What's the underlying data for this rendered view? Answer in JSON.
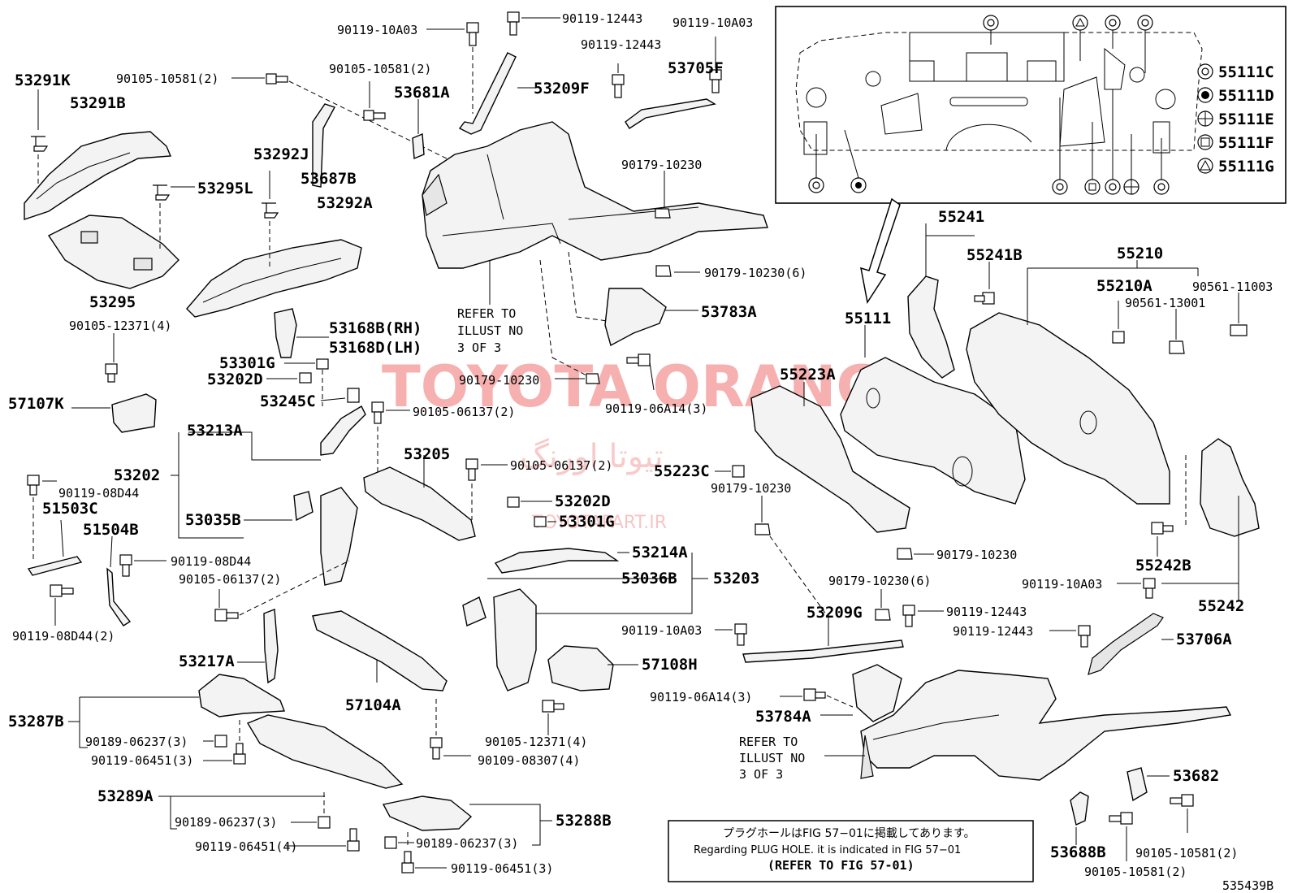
{
  "watermark": {
    "brand": "TOYOTA ORANG",
    "brand_fa": "تیوتا اورنگ",
    "site": "TOYOTAPART.IR"
  },
  "figure_id": "535439B",
  "note": {
    "jp": "プラグホールはFIG 57−01に掲載してあります。",
    "en": "Regarding PLUG HOLE. it is indicated in FIG 57−01",
    "ref": "(REFER TO FIG 57-01)"
  },
  "inset_legend": [
    {
      "symbol": "circle-ring",
      "code": "55111C"
    },
    {
      "symbol": "circle-filled",
      "code": "55111D"
    },
    {
      "symbol": "circle-cross",
      "code": "55111E"
    },
    {
      "symbol": "circle-square",
      "code": "55111F"
    },
    {
      "symbol": "circle-triangle",
      "code": "55111G"
    }
  ],
  "labels": {
    "p53291K": "53291K",
    "p53291B": "53291B",
    "p90105_10581_2a": "90105-10581(2)",
    "p90105_10581_2b": "90105-10581(2)",
    "p90119_10A03a": "90119-10A03",
    "p90119_12443a": "90119-12443",
    "p90119_10A03b": "90119-10A03",
    "p90119_12443b": "90119-12443",
    "p53681A": "53681A",
    "p53209F": "53209F",
    "p53705F": "53705F",
    "p53292J": "53292J",
    "p53687B": "53687B",
    "p53295L": "53295L",
    "p53292A": "53292A",
    "p90179_10230a": "90179-10230",
    "p90179_10230_6a": "90179-10230(6)",
    "p53295": "53295",
    "p90105_12371_4a": "90105-12371(4)",
    "refer1_line1": "REFER TO",
    "refer1_line2": "ILLUST NO",
    "refer1_line3": "3 OF 3",
    "p53783A": "53783A",
    "p53168B": "53168B(RH)",
    "p53168D": "53168D(LH)",
    "p53301G": "53301G",
    "p53202D": "53202D",
    "p57107K": "57107K",
    "p53245C": "53245C",
    "p90179_10230b": "90179-10230",
    "p90119_06A14_3a": "90119-06A14(3)",
    "p90105_06137_2a": "90105-06137(2)",
    "p53213A": "53213A",
    "p53202": "53202",
    "p53205": "53205",
    "p90105_06137_2b": "90105-06137(2)",
    "p90119_08D44a": "90119-08D44",
    "p51503C": "51503C",
    "p51504B": "51504B",
    "p53035B": "53035B",
    "p53202D_b": "53202D",
    "p53301G_b": "53301G",
    "p90119_08D44b": "90119-08D44",
    "p90105_06137_2c": "90105-06137(2)",
    "p53214A": "53214A",
    "p53036B": "53036B",
    "p53203": "53203",
    "p90119_08D44_2": "90119-08D44(2)",
    "p53217A": "53217A",
    "p57108H": "57108H",
    "p57104A": "57104A",
    "p53287B": "53287B",
    "p90189_06237_3a": "90189-06237(3)",
    "p90119_06451_3a": "90119-06451(3)",
    "p90105_12371_4b": "90105-12371(4)",
    "p90109_08307_4": "90109-08307(4)",
    "p53289A": "53289A",
    "p90189_06237_3b": "90189-06237(3)",
    "p90119_06451_4": "90119-06451(4)",
    "p53288B": "53288B",
    "p90189_06237_3c": "90189-06237(3)",
    "p90119_06451_3b": "90119-06451(3)",
    "p55241": "55241",
    "p55241B": "55241B",
    "p55210": "55210",
    "p55111": "55111",
    "p55210A": "55210A",
    "p90561_11003": "90561-11003",
    "p90561_13001": "90561-13001",
    "p55223A": "55223A",
    "p55223C": "55223C",
    "p90179_10230c": "90179-10230",
    "p55242B": "55242B",
    "p90179_10230d": "90179-10230",
    "p90179_10230_6b": "90179-10230(6)",
    "p90119_10A03c": "90119-10A03",
    "p55242": "55242",
    "p53209G": "53209G",
    "p90119_12443c": "90119-12443",
    "p90119_10A03d": "90119-10A03",
    "p90119_12443d": "90119-12443",
    "p53706A": "53706A",
    "p90119_06A14_3b": "90119-06A14(3)",
    "p53784A": "53784A",
    "refer2_line1": "REFER TO",
    "refer2_line2": "ILLUST NO",
    "refer2_line3": "3 OF 3",
    "p53682": "53682",
    "p53688B": "53688B",
    "p90105_10581_2c": "90105-10581(2)",
    "p90105_10581_2d": "90105-10581(2)"
  }
}
